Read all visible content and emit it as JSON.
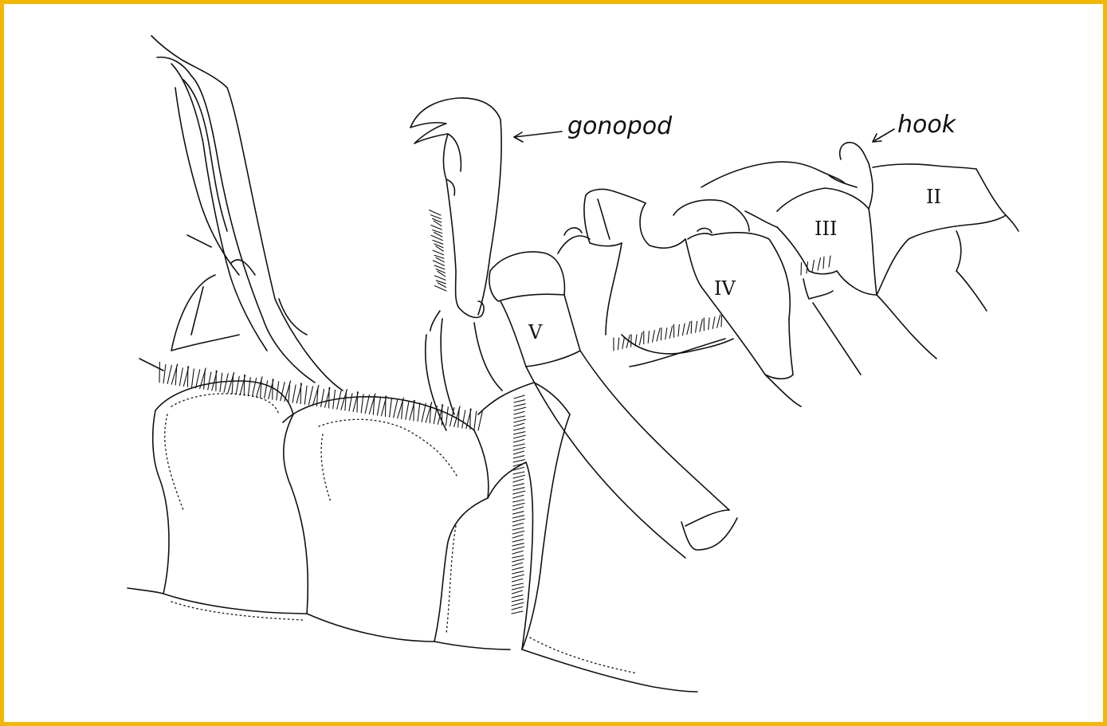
{
  "colors": {
    "frame_border": "#f2b705",
    "paper": "#ffffff",
    "ink": "#111111",
    "outer": "#000000"
  },
  "labels": {
    "gonopod": "gonopod",
    "hook": "hook"
  },
  "segments": {
    "ii": "II",
    "iii": "III",
    "iv": "IV",
    "v": "V"
  }
}
